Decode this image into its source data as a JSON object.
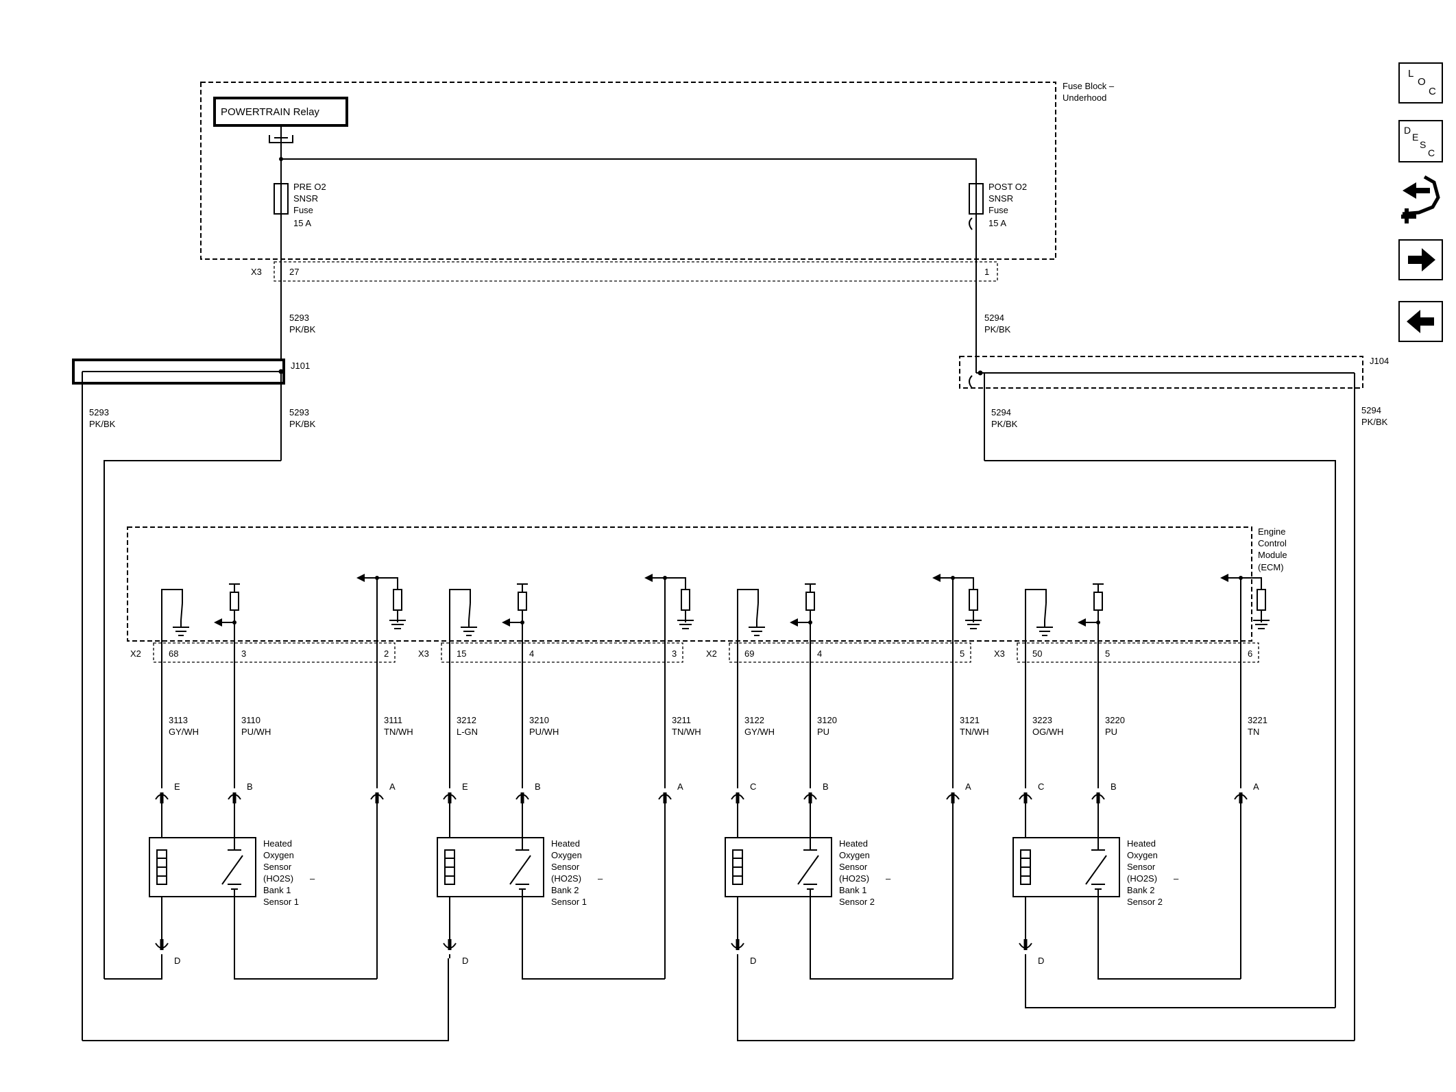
{
  "fuse_block": {
    "label1": "Fuse Block –",
    "label2": "Underhood",
    "relay": "POWERTRAIN Relay",
    "fuse_pre": [
      "PRE O2",
      "SNSR",
      "Fuse",
      "15 A"
    ],
    "fuse_post": [
      "POST O2",
      "SNSR",
      "Fuse",
      "15 A"
    ],
    "conn": "X3",
    "pin_pre": "27",
    "pin_post": "1"
  },
  "feed_wires": {
    "pre_num": "5293",
    "pre_color": "PK/BK",
    "post_num": "5294",
    "post_color": "PK/BK"
  },
  "splices": {
    "j101": "J101",
    "j104": "J104"
  },
  "ecm": {
    "label": [
      "Engine",
      "Control",
      "Module",
      "(ECM)"
    ]
  },
  "sensors": [
    {
      "conn": "X2",
      "pins": [
        "68",
        "3",
        "2"
      ],
      "wires": [
        [
          "3113",
          "GY/WH"
        ],
        [
          "3110",
          "PU/WH"
        ],
        [
          "3111",
          "TN/WH"
        ]
      ],
      "terms": [
        "E",
        "B",
        "A"
      ],
      "gnd": "D",
      "label": [
        "Heated",
        "Oxygen",
        "Sensor",
        "(HO2S)",
        "Bank 1",
        "Sensor 1"
      ]
    },
    {
      "conn": "X3",
      "pins": [
        "15",
        "4",
        "3"
      ],
      "wires": [
        [
          "3212",
          "L-GN"
        ],
        [
          "3210",
          "PU/WH"
        ],
        [
          "3211",
          "TN/WH"
        ]
      ],
      "terms": [
        "E",
        "B",
        "A"
      ],
      "gnd": "D",
      "label": [
        "Heated",
        "Oxygen",
        "Sensor",
        "(HO2S)",
        "Bank 2",
        "Sensor 1"
      ]
    },
    {
      "conn": "X2",
      "pins": [
        "69",
        "4",
        "5"
      ],
      "wires": [
        [
          "3122",
          "GY/WH"
        ],
        [
          "3120",
          "PU"
        ],
        [
          "3121",
          "TN/WH"
        ]
      ],
      "terms": [
        "C",
        "B",
        "A"
      ],
      "gnd": "D",
      "label": [
        "Heated",
        "Oxygen",
        "Sensor",
        "(HO2S)",
        "Bank 1",
        "Sensor 2"
      ]
    },
    {
      "conn": "X3",
      "pins": [
        "50",
        "5",
        "6"
      ],
      "wires": [
        [
          "3223",
          "OG/WH"
        ],
        [
          "3220",
          "PU"
        ],
        [
          "3221",
          "TN"
        ]
      ],
      "terms": [
        "C",
        "B",
        "A"
      ],
      "gnd": "D",
      "label": [
        "Heated",
        "Oxygen",
        "Sensor",
        "(HO2S)",
        "Bank 2",
        "Sensor 2"
      ]
    }
  ],
  "nav": {
    "loc": "LOC",
    "desc": "DESC"
  }
}
